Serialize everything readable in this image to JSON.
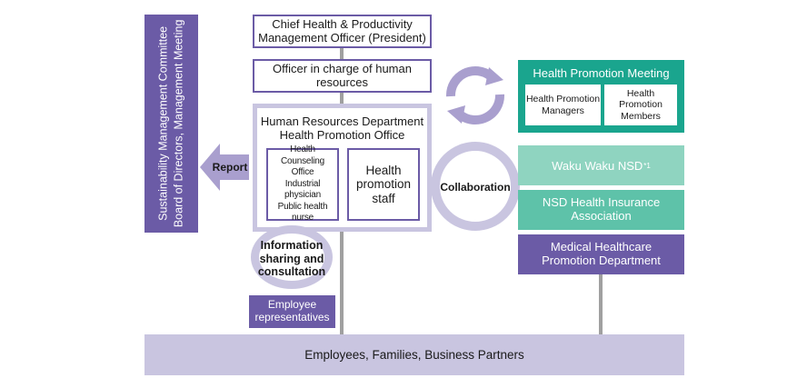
{
  "sidebar": {
    "line1": "Sustainability Management Committee",
    "line2": "Board of Directors, Management Meeting"
  },
  "report_label": "Report",
  "chief": {
    "line1": "Chief Health & Productivity",
    "line2": "Management Officer (President)"
  },
  "officer_hr": {
    "line1": "Officer in charge of human",
    "line2": "resources"
  },
  "hr_department": {
    "line1": "Human Resources Department",
    "line2": "Health Promotion Office",
    "counseling": {
      "line1": "Health Counseling",
      "line2": "Office",
      "line3": "Industrial physician",
      "line4": "Public health nurse"
    },
    "promotion_staff": {
      "line1": "Health",
      "line2": "promotion",
      "line3": "staff"
    }
  },
  "health_promotion_meeting": {
    "title": "Health Promotion Meeting",
    "managers": {
      "line1": "Health Promotion",
      "line2": "Managers"
    },
    "members": {
      "line1": "Health Promotion",
      "line2": "Members"
    }
  },
  "collaboration_label": "Collaboration",
  "info_sharing": {
    "line1": "Information",
    "line2": "sharing and",
    "line3": "consultation"
  },
  "employee_reps": {
    "line1": "Employee",
    "line2": "representatives"
  },
  "waku_waku": {
    "text": "Waku Waku NSD",
    "sup": "*1"
  },
  "nsd_insurance": {
    "line1": "NSD Health Insurance",
    "line2": "Association"
  },
  "medical_healthcare": {
    "line1": "Medical Healthcare",
    "line2": "Promotion Department"
  },
  "bottom_bar": "Employees, Families, Business Partners",
  "colors": {
    "purple_dark": "#6b5ba6",
    "purple_light": "#c9c5e0",
    "teal_dark": "#1aa58e",
    "teal_mid": "#5ec2a9",
    "teal_light": "#8fd4c0",
    "gray_line": "#9e9e9e"
  }
}
